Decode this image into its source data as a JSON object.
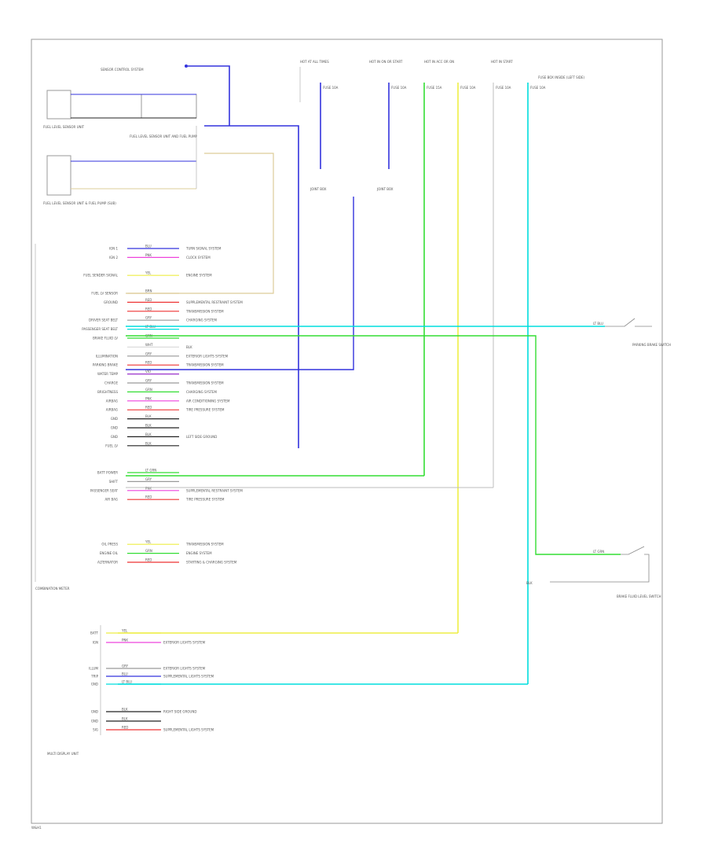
{
  "page": {
    "footer_code": "W&H1"
  },
  "top_labels": {
    "sensor_ctrl": "SENSOR CONTROL SYSTEM",
    "hot_at_all": "HOT AT ALL TIMES",
    "hot_run": "HOT IN ON OR START",
    "hot_acc": "HOT IN ACC OR ON",
    "hot_start": "HOT IN START",
    "fuse1": "FUSE 10A",
    "fuse2": "FUSE 10A",
    "fuse3": "FUSE 15A",
    "fuse4": "FUSE 10A",
    "fuse5": "FUSE 10A",
    "fuse6": "FUSE 10A",
    "fuse_note": "FUSE BOX INSIDE (LEFT SIDE)",
    "jb1": "JOINT BOX",
    "jb2": "JOINT BOX"
  },
  "sensors": {
    "s1": "FUEL LEVEL SENSOR UNIT",
    "s1_sub": "FUEL LEVEL SENSOR UNIT AND FUEL PUMP",
    "s2": "FUEL LEVEL SENSOR UNIT & FUEL PUMP (SUB)"
  },
  "cluster": {
    "label": "COMBINATION METER",
    "pins": [
      "IGN 1",
      "IGN 2",
      "",
      "FUEL SENDER SIGNAL",
      "",
      "FUEL LV SENSOR",
      "GROUND",
      "",
      "DRIVER SEAT BELT",
      "PASSENGER SEAT BELT",
      "BRAKE FLUID LV",
      "",
      "ILLUMINATION",
      "PARKING BRAKE",
      "WATER TEMP",
      "CHARGE",
      "BRIGHTNESS",
      "AIRBAG",
      "AIRBAG",
      "GND",
      "GND",
      "GND",
      "FUEL LV",
      "",
      "",
      "BATT POWER",
      "SHIFT",
      "PASSENGER SEAT",
      "AIR BAG",
      "",
      "",
      "",
      "",
      "OIL PRESS",
      "ENGINE OIL",
      "ALTERNATOR"
    ],
    "wires": [
      {
        "code": "BLU",
        "dest": "TURN SIGNAL SYSTEM"
      },
      {
        "code": "PNK",
        "dest": "CLOCK SYSTEM"
      },
      {
        "code": "",
        "dest": ""
      },
      {
        "code": "YEL",
        "dest": "ENGINE SYSTEM"
      },
      {
        "code": "",
        "dest": ""
      },
      {
        "code": "BRN",
        "dest": ""
      },
      {
        "code": "RED",
        "dest": "SUPPLEMENTAL RESTRAINT SYSTEM"
      },
      {
        "code": "RED",
        "dest": "TRANSMISSION SYSTEM"
      },
      {
        "code": "GRY",
        "dest": "CHARGING SYSTEM"
      },
      {
        "code": "LT BLU",
        "dest": ""
      },
      {
        "code": "GRN",
        "dest": ""
      },
      {
        "code": "WHT",
        "dest": "BLK"
      },
      {
        "code": "GRY",
        "dest": "EXTERIOR LIGHTS SYSTEM"
      },
      {
        "code": "RED",
        "dest": "TRANSMISSION SYSTEM"
      },
      {
        "code": "VIO",
        "dest": ""
      },
      {
        "code": "GRY",
        "dest": "TRANSMISSION SYSTEM"
      },
      {
        "code": "GRN",
        "dest": "CHARGING SYSTEM"
      },
      {
        "code": "PNK",
        "dest": "AIR CONDITIONING SYSTEM"
      },
      {
        "code": "RED",
        "dest": "TIRE PRESSURE SYSTEM"
      },
      {
        "code": "BLK",
        "dest": ""
      },
      {
        "code": "BLK",
        "dest": ""
      },
      {
        "code": "BLK",
        "dest": "LEFT SIDE GROUND"
      },
      {
        "code": "BLK",
        "dest": ""
      },
      {
        "code": "",
        "dest": ""
      },
      {
        "code": "",
        "dest": ""
      },
      {
        "code": "LT GRN",
        "dest": ""
      },
      {
        "code": "GRY",
        "dest": ""
      },
      {
        "code": "PNK",
        "dest": "SUPPLEMENTAL RESTRAINT SYSTEM"
      },
      {
        "code": "RED",
        "dest": "TIRE PRESSURE SYSTEM"
      },
      {
        "code": "",
        "dest": ""
      },
      {
        "code": "",
        "dest": ""
      },
      {
        "code": "",
        "dest": ""
      },
      {
        "code": "",
        "dest": ""
      },
      {
        "code": "YEL",
        "dest": "TRANSMISSION SYSTEM"
      },
      {
        "code": "GRN",
        "dest": "ENGINE SYSTEM"
      },
      {
        "code": "RED",
        "dest": "STARTING & CHARGING SYSTEM"
      }
    ]
  },
  "lower": {
    "label": "MULTI DISPLAY UNIT",
    "rows": [
      {
        "pin": "BATT",
        "code": "YEL",
        "dest": ""
      },
      {
        "pin": "IGN",
        "code": "PNK",
        "dest": "EXTERIOR LIGHTS SYSTEM"
      },
      {
        "pin": "ILLUM",
        "code": "GRY",
        "dest": "EXTERIOR LIGHTS SYSTEM"
      },
      {
        "pin": "TRIP",
        "code": "BLU",
        "dest": "SUPPLEMENTAL LIGHTS SYSTEM"
      },
      {
        "pin": "GND",
        "code": "LT BLU",
        "dest": ""
      },
      {
        "pin": "GND",
        "code": "BLK",
        "dest": "RIGHT SIDE GROUND"
      },
      {
        "pin": "GND",
        "code": "BLK",
        "dest": ""
      },
      {
        "pin": "SIG",
        "code": "RED",
        "dest": "SUPPLEMENTAL LIGHTS SYSTEM"
      }
    ]
  },
  "switches": {
    "parking_brake": "PARKING BRAKE SWITCH",
    "brake_fluid": "BRAKE FLUID LEVEL SWITCH",
    "ltblu_tag": "LT BLU",
    "ltgrn_tag": "LT GRN",
    "blk_tag": "BLK"
  },
  "colors": {
    "blue": "#3333dd",
    "lt_blue": "#00dddd",
    "green": "#33dd33",
    "yellow": "#eeee44",
    "red": "#ee3333",
    "pink": "#ee44dd",
    "tan": "#ddcc99",
    "black": "#222222",
    "gray": "#999999"
  }
}
